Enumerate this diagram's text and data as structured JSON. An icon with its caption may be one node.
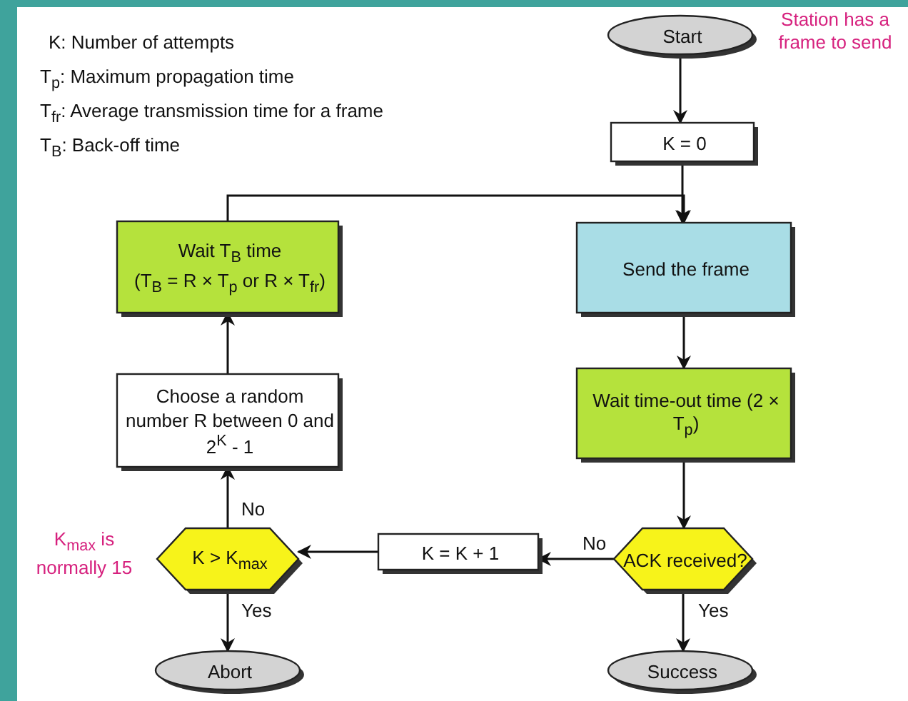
{
  "diagram": {
    "nodes": [
      {
        "text": [
          "Start"
        ],
        "beside": [
          "Station has a frame to send"
        ]
      },
      {
        "text": [
          "K = 0"
        ]
      },
      {
        "text": [
          "Send the frame"
        ]
      },
      {
        "text": [
          "Wait time-out time (2 × T$_{p}$)"
        ]
      },
      {
        "text": [
          "ACK received?"
        ]
      },
      {
        "text": [
          "Success"
        ]
      },
      {
        "text": [
          "K = K + 1"
        ]
      },
      {
        "text": [
          "K > K$_{max}$"
        ],
        "beside": [
          "K$_{max}$ is normally 15"
        ]
      },
      {
        "text": [
          "Choose a random number R between 0 and 2$^{K}$ - 1"
        ]
      },
      {
        "text": [
          "Wait T$_{B}$ time",
          "(T$_{B}$ = R × T$_{p}$ or R × T$_{fr}$)"
        ]
      },
      {
        "text": [
          "Abort"
        ]
      }
    ],
    "edges": [
      {
        "from": 0,
        "to": 1,
        "arrow": "to"
      },
      {
        "from": 1,
        "to": 2,
        "arrow": "to"
      },
      {
        "from": 9,
        "to": 2,
        "arrow": "to"
      },
      {
        "from": 2,
        "to": 3,
        "arrow": "to"
      },
      {
        "from": 3,
        "to": 4,
        "arrow": "to"
      },
      {
        "from": 4,
        "to": 6,
        "label": "No",
        "arrow": "to"
      },
      {
        "from": 4,
        "to": 5,
        "label": "Yes",
        "arrow": "to"
      },
      {
        "from": 6,
        "to": 7,
        "arrow": "to"
      },
      {
        "from": 7,
        "to": 8,
        "label": "No",
        "arrow": "to"
      },
      {
        "from": 7,
        "to": 10,
        "label": "Yes",
        "arrow": "to"
      },
      {
        "from": 8,
        "to": 9,
        "arrow": "to"
      }
    ],
    "labels": [
      "K: Number of attempts",
      "T$_{p}$: Maximum propagation time",
      "T$_{fr}$: Average transmission time for a frame",
      "T$_{B}$: Back-off time"
    ]
  }
}
